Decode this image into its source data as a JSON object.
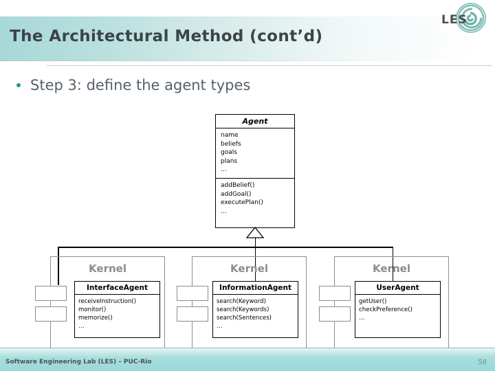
{
  "slide": {
    "title": "The Architectural Method (cont’d)",
    "bullet": "Step 3: define the agent types",
    "footer": "Software Engineering Lab (LES) – PUC-Rio",
    "page_number": "58",
    "logo_text": "LES"
  },
  "colors": {
    "band_accent": "#a8d8d8",
    "bullet": "#2e8f8f",
    "title_text": "#3b4449",
    "bullet_text": "#56616b",
    "component_stroke": "#8c8c8c",
    "class_stroke": "#000000",
    "footer_band": "#9bd8d8"
  },
  "diagram": {
    "type": "uml-class-diagram",
    "superclass": {
      "name": "Agent",
      "abstract": true,
      "attributes": [
        "name",
        "beliefs",
        "goals",
        "plans",
        "…"
      ],
      "operations": [
        "addBelief()",
        "addGoal()",
        "executePlan()",
        "…"
      ]
    },
    "relationship": "generalization",
    "components": [
      {
        "component_label": "Kernel",
        "class": {
          "name": "InterfaceAgent",
          "operations": [
            "receiveInstruction()",
            "monitor()",
            "memorize()",
            "…"
          ]
        }
      },
      {
        "component_label": "Kernel",
        "class": {
          "name": "InformationAgent",
          "operations": [
            "search(Keyword)",
            "search(Keywords)",
            "search(Sentences)",
            "…"
          ]
        }
      },
      {
        "component_label": "Kernel",
        "class": {
          "name": "UserAgent",
          "operations": [
            "getUser()",
            "checkPreference()",
            "…"
          ]
        }
      }
    ]
  }
}
